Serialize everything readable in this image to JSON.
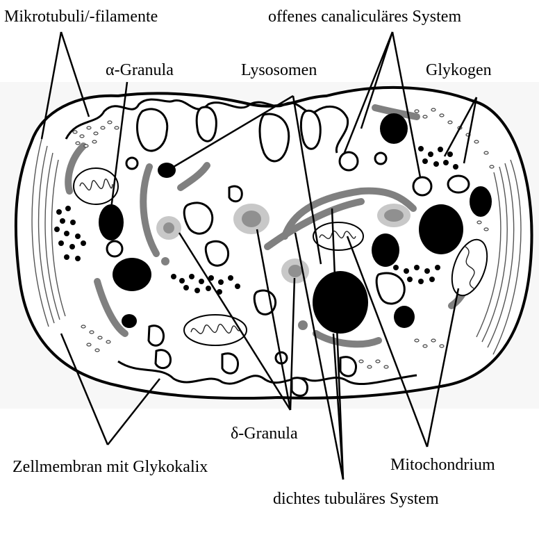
{
  "labels": {
    "mikrotubuli": "Mikrotubuli/-filamente",
    "ocs": "offenes canaliculäres System",
    "alpha_granula": "α-Granula",
    "lysosomen": "Lysosomen",
    "glykogen": "Glykogen",
    "delta_granula": "δ-Granula",
    "zellmembran": "Zellmembran mit Glykokalix",
    "mitochondrium": "Mitochondrium",
    "dts": "dichtes tubuläres System"
  }
}
